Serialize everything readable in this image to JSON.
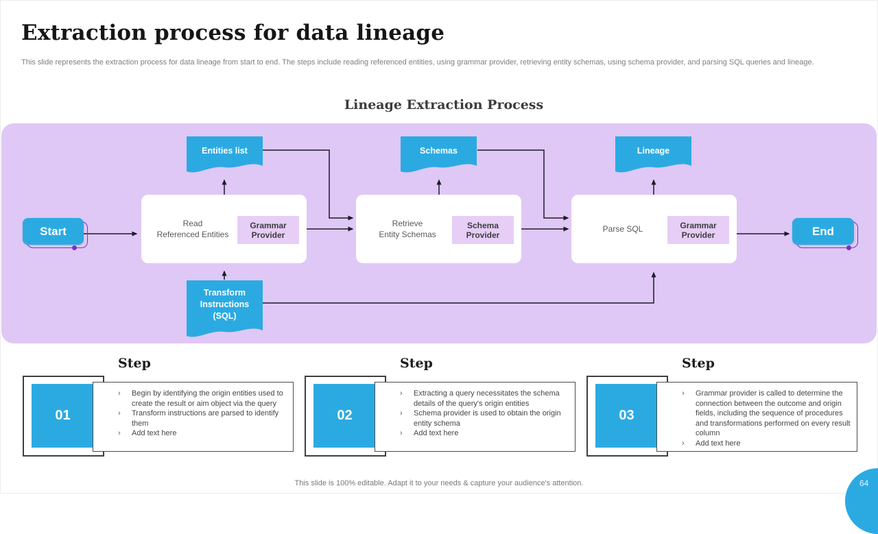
{
  "ui": {
    "bullet_char": "›"
  },
  "slide": {
    "title": "Extraction process for data lineage",
    "subtitle": "This slide represents the extraction process for data lineage from start to end. The steps include reading referenced entities, using grammar provider, retrieving entity schemas, using schema provider, and parsing SQL queries and lineage.",
    "footer": "This slide is 100% editable. Adapt it to your needs & capture your audience's attention.",
    "page_number": "64"
  },
  "diagram": {
    "title": "Lineage Extraction Process",
    "start_label": "Start",
    "end_label": "End",
    "nodes": [
      {
        "label": "Read\nReferenced Entities",
        "provider": "Grammar Provider",
        "output_ribbon": "Entities list"
      },
      {
        "label": "Retrieve\nEntity Schemas",
        "provider": "Schema Provider",
        "output_ribbon": "Schemas"
      },
      {
        "label": "Parse SQL",
        "provider": "Grammar Provider",
        "output_ribbon": "Lineage"
      }
    ],
    "input_ribbon": "Transform\nInstructions\n(SQL)"
  },
  "steps": [
    {
      "heading": "Step",
      "number": "01",
      "bullets": [
        "Begin by identifying the origin entities used to create the result or aim object via the query",
        "Transform instructions are parsed to identify them",
        "Add text here"
      ]
    },
    {
      "heading": "Step",
      "number": "02",
      "bullets": [
        "Extracting a query necessitates the schema details of the query's origin entities",
        "Schema provider is used to obtain the origin entity schema",
        "Add text here"
      ]
    },
    {
      "heading": "Step",
      "number": "03",
      "bullets": [
        "Grammar provider is called to determine the connection between the outcome and origin fields, including the sequence of procedures and transformations performed on every result column",
        "Add text here"
      ]
    }
  ],
  "colors": {
    "accent_blue": "#2BAAE2",
    "panel_purple": "#DFC8F5",
    "provider_purple": "#E6CEF7",
    "outline_purple": "#7E2FC0",
    "connector": "#1C1B29"
  }
}
